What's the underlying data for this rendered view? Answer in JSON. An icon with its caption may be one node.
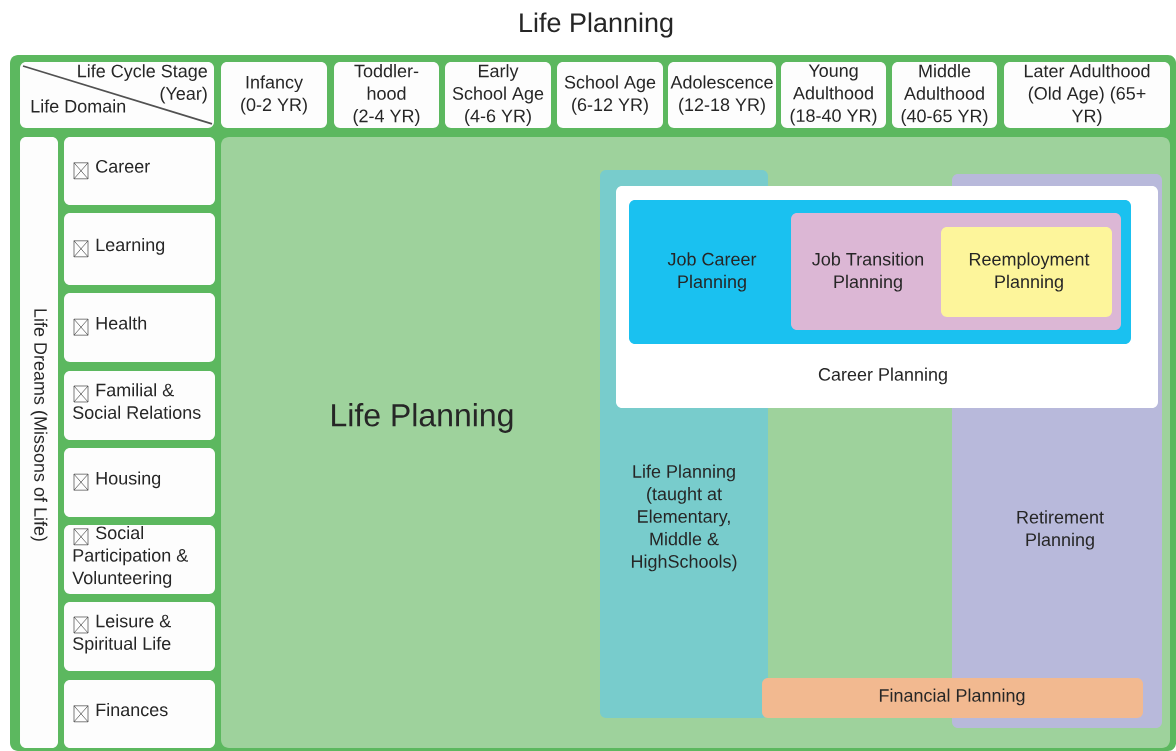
{
  "diagram": {
    "title": "Life Planning",
    "nodes": [
      {
        "text": [
          "Life Cycle Stage (Year)",
          "Life Domain"
        ]
      },
      {
        "text": [
          "Infancy (0-2 YR)"
        ]
      },
      {
        "text": [
          "Toddler-hood (2-4 YR)"
        ]
      },
      {
        "text": [
          "Early School Age (4-6 YR)"
        ]
      },
      {
        "text": [
          "School Age (6-12 YR)"
        ]
      },
      {
        "text": [
          "Adolescence (12-18 YR)"
        ]
      },
      {
        "text": [
          "Young Adulthood (18-40 YR)"
        ]
      },
      {
        "text": [
          "Middle Adulthood (40-65 YR)"
        ]
      },
      {
        "text": [
          "Later Adulthood (Old Age) (65+ YR)"
        ]
      },
      {
        "text": [
          "Life Dreams (Missons of Life)"
        ]
      },
      {
        "text": [
          "Career"
        ]
      },
      {
        "text": [
          "Learning"
        ]
      },
      {
        "text": [
          "Health"
        ]
      },
      {
        "text": [
          "Familial & Social Relations"
        ]
      },
      {
        "text": [
          "Housing"
        ]
      },
      {
        "text": [
          "Social Participation & Volunteering"
        ]
      },
      {
        "text": [
          "Leisure & Spiritual Life"
        ]
      },
      {
        "text": [
          "Finances"
        ]
      },
      {
        "text": [
          "Life Planning"
        ]
      },
      {
        "text": [
          "Life Planning (taught at Elementary, Middle & HighSchools)"
        ],
        "in": 18
      },
      {
        "text": [
          "Retirement Planning"
        ],
        "in": 18
      },
      {
        "text": [
          "Career Planning"
        ],
        "in": 18
      },
      {
        "text": [
          "Job Career Planning"
        ],
        "in": 21
      },
      {
        "text": [
          "Job Transition Planning"
        ],
        "in": 22
      },
      {
        "text": [
          "Reemployment Planning"
        ],
        "in": 23
      },
      {
        "text": [
          "Financial Planning"
        ],
        "in": 18
      }
    ]
  }
}
